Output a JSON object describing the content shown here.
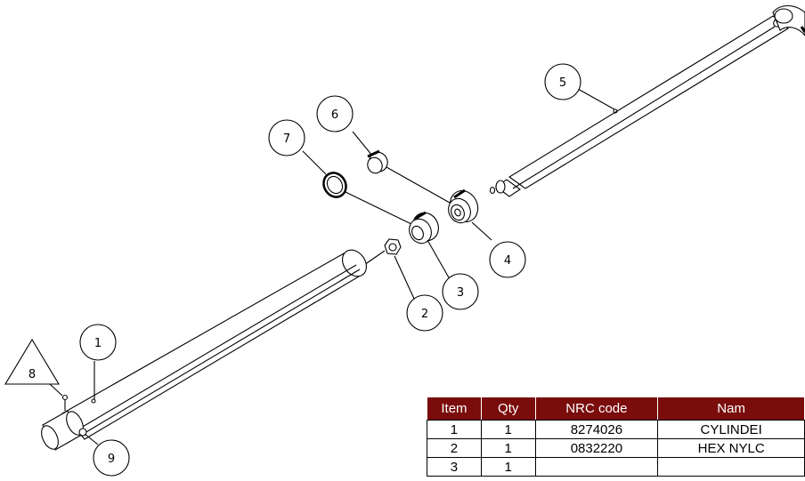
{
  "callouts": {
    "c1": "1",
    "c2": "2",
    "c3": "3",
    "c4": "4",
    "c5": "5",
    "c6": "6",
    "c7": "7",
    "c8": "8",
    "c9": "9"
  },
  "table": {
    "header_color": "#7a0c0c",
    "headers": [
      "Item",
      "Qty",
      "NRC code",
      "Nam"
    ],
    "rows": [
      [
        "1",
        "1",
        "8274026",
        "CYLINDEI"
      ],
      [
        "2",
        "1",
        "0832220",
        "HEX NYLC"
      ],
      [
        "3",
        "1",
        "",
        ""
      ]
    ]
  }
}
